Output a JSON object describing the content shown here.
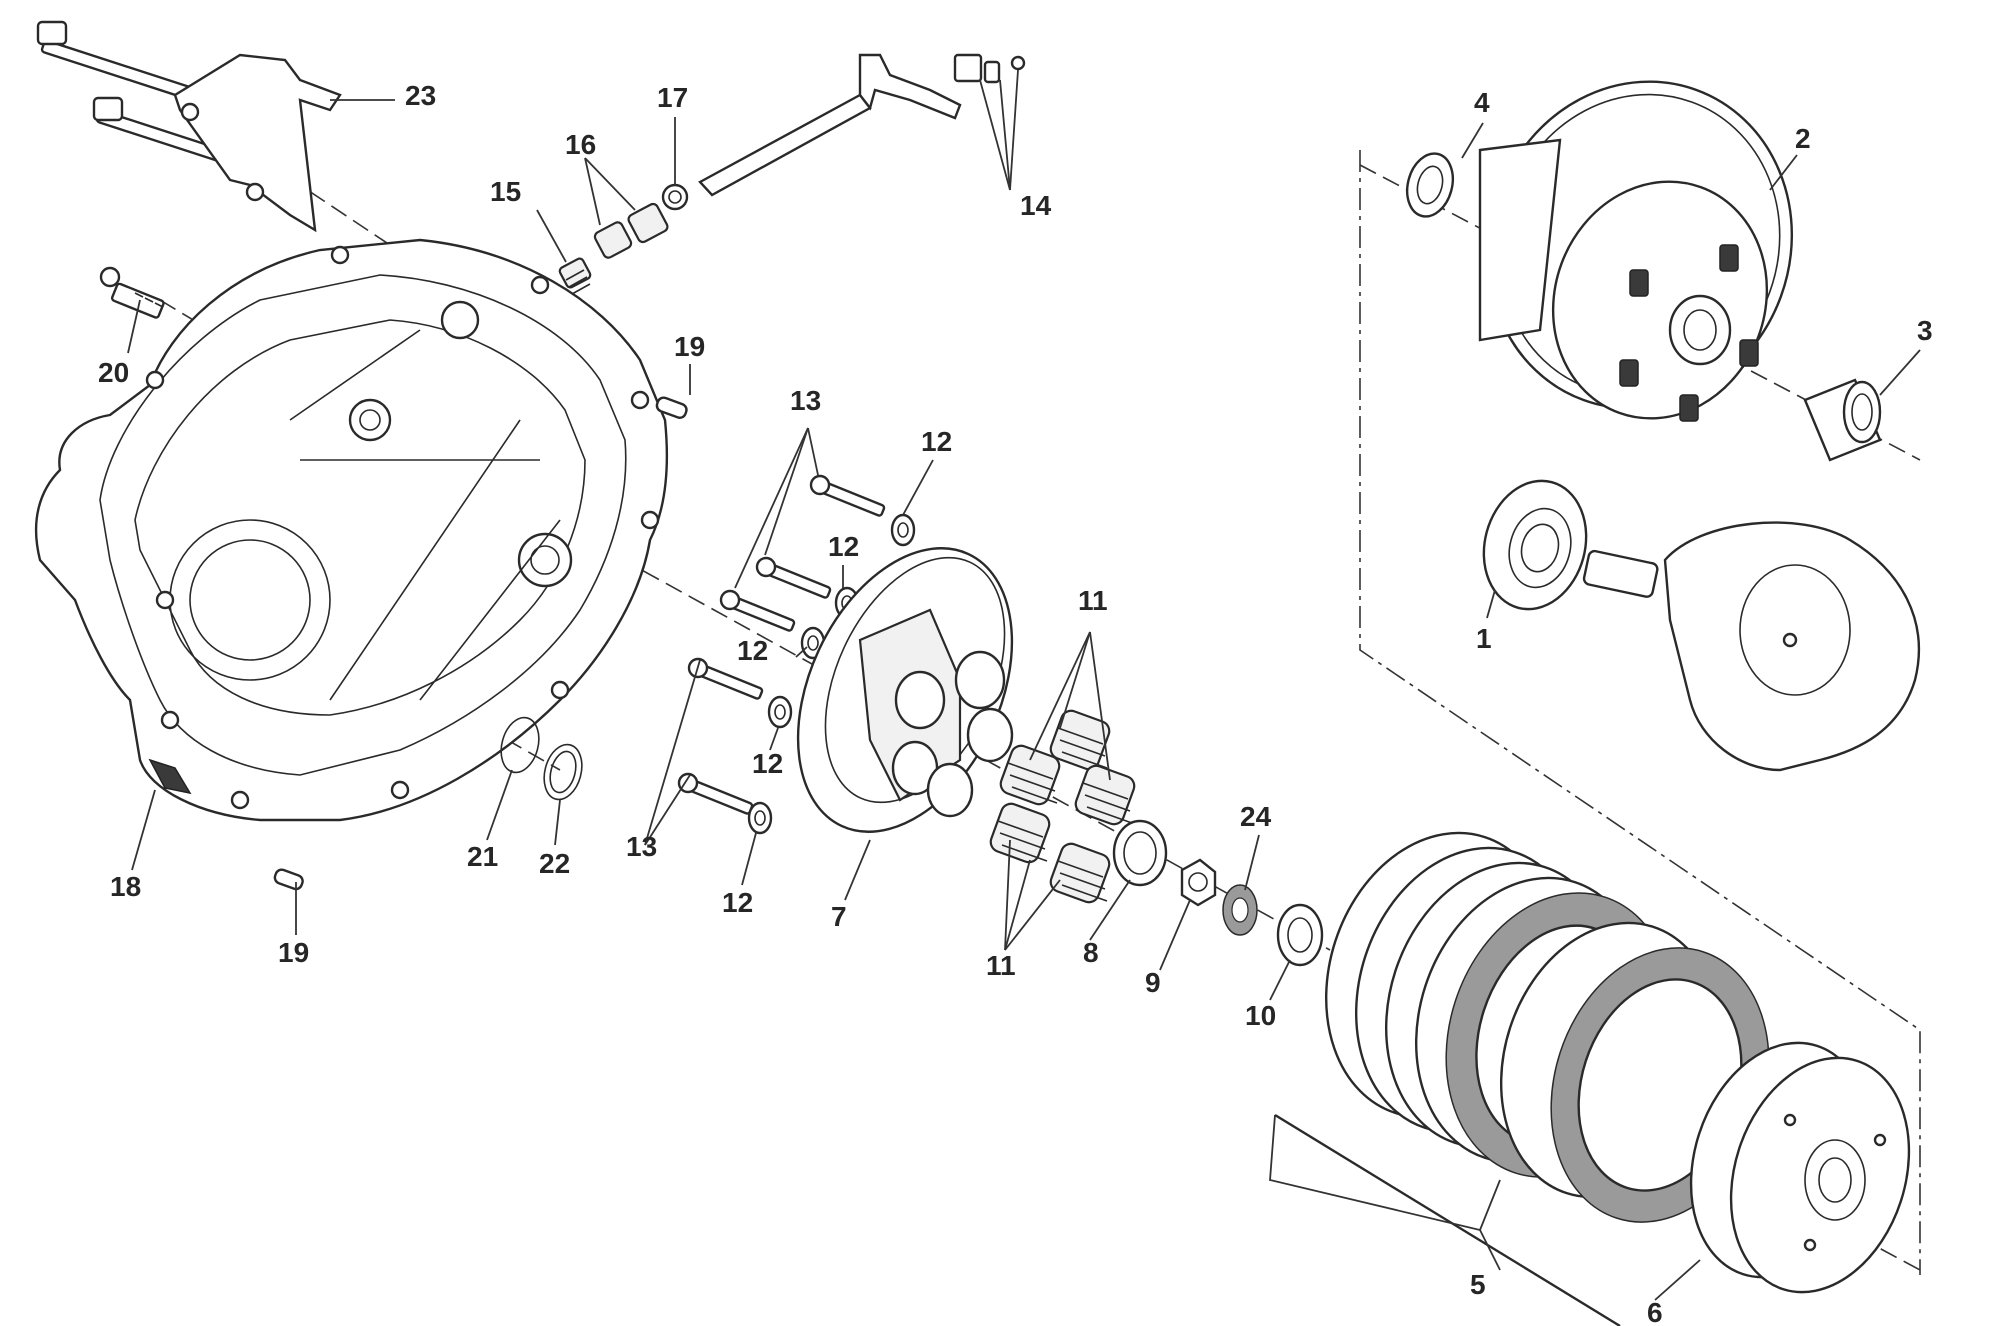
{
  "callouts": [
    {
      "id": "1",
      "text": "1"
    },
    {
      "id": "2",
      "text": "2"
    },
    {
      "id": "3",
      "text": "3"
    },
    {
      "id": "4",
      "text": "4"
    },
    {
      "id": "5",
      "text": "5"
    },
    {
      "id": "6",
      "text": "6"
    },
    {
      "id": "7",
      "text": "7"
    },
    {
      "id": "8",
      "text": "8"
    },
    {
      "id": "9",
      "text": "9"
    },
    {
      "id": "10",
      "text": "10"
    },
    {
      "id": "11a",
      "text": "11"
    },
    {
      "id": "11b",
      "text": "11"
    },
    {
      "id": "12a",
      "text": "12"
    },
    {
      "id": "12b",
      "text": "12"
    },
    {
      "id": "12c",
      "text": "12"
    },
    {
      "id": "12d",
      "text": "12"
    },
    {
      "id": "12e",
      "text": "12"
    },
    {
      "id": "13a",
      "text": "13"
    },
    {
      "id": "13b",
      "text": "13"
    },
    {
      "id": "14",
      "text": "14"
    },
    {
      "id": "15",
      "text": "15"
    },
    {
      "id": "16",
      "text": "16"
    },
    {
      "id": "17",
      "text": "17"
    },
    {
      "id": "18",
      "text": "18"
    },
    {
      "id": "19a",
      "text": "19"
    },
    {
      "id": "19b",
      "text": "19"
    },
    {
      "id": "20",
      "text": "20"
    },
    {
      "id": "21",
      "text": "21"
    },
    {
      "id": "22",
      "text": "22"
    },
    {
      "id": "23",
      "text": "23"
    },
    {
      "id": "24",
      "text": "24"
    }
  ]
}
